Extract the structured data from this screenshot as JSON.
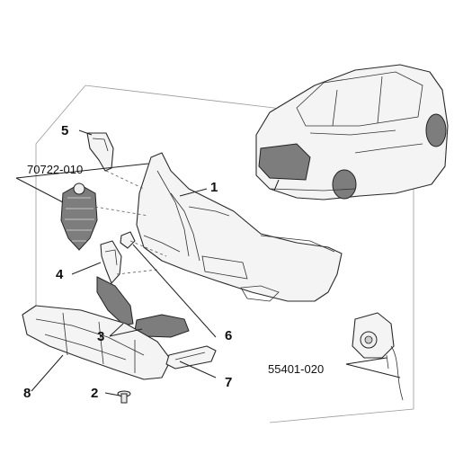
{
  "callouts": {
    "c1": "1",
    "c2": "2",
    "c3": "3",
    "c4": "4",
    "c5": "5",
    "c6": "6",
    "c7": "7",
    "c8": "8",
    "grille_code": "70722-010",
    "sensor_code": "55401-020"
  },
  "colors": {
    "line": "#222222",
    "part_fill": "#f4f4f4",
    "grille_dark": "#7d7d7d",
    "frame": "#9a9a9a"
  }
}
